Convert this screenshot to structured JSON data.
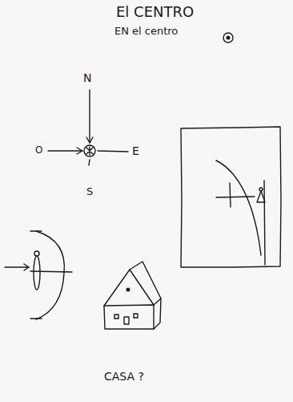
{
  "diagram": {
    "title": "El CENTRO",
    "labels": [
      "EN el centro",
      "N",
      "O",
      "E",
      "S",
      "CASA ?"
    ]
  }
}
